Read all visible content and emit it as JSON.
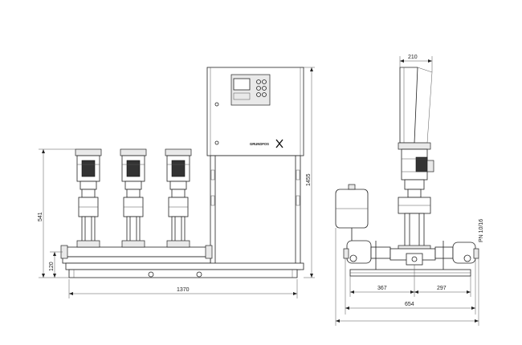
{
  "dimensions": {
    "front_width": "1370",
    "front_height_total": "1455",
    "front_height_inlet": "541",
    "front_height_base": "120",
    "side_top_width": "210",
    "side_left_offset": "367",
    "side_right_offset": "297",
    "side_width": "654",
    "side_flange_label": "PN 10/16"
  },
  "brand": {
    "logo_text": "GRUNDFOS"
  }
}
